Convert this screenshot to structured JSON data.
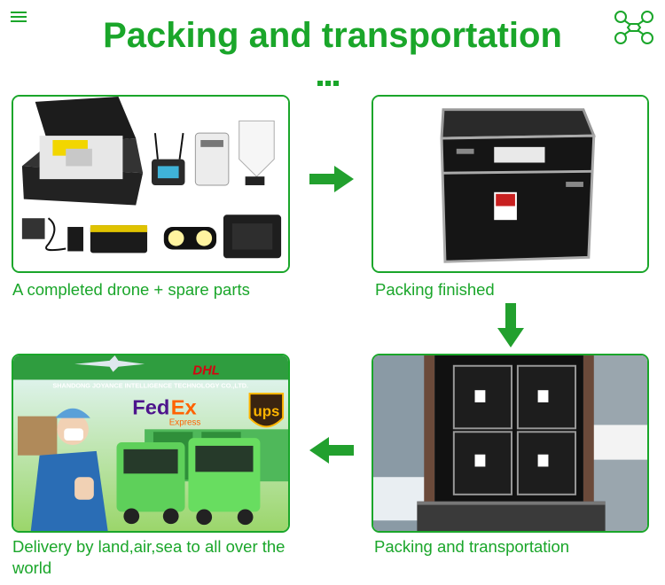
{
  "header": {
    "title": "Packing and transportation",
    "menu_icon": "menu-icon",
    "logo_icon": "drone-logo-icon"
  },
  "colors": {
    "brand_green": "#1aa62a",
    "arrow_green": "#22a02e"
  },
  "panels": [
    {
      "name": "drone-spare-parts",
      "caption": "A completed drone + spare parts"
    },
    {
      "name": "packing-finished",
      "caption": "Packing finished"
    },
    {
      "name": "truck-loading",
      "caption": "Packing and transportation"
    },
    {
      "name": "delivery-worldwide",
      "caption": "Delivery by land,air,sea to all over the world",
      "banner_text": "SHANDONG JOYANCE INTELLIGENCE TECHNOLOGY CO.,LTD.",
      "carriers": {
        "dhl": "DHL",
        "fedex_fed": "Fed",
        "fedex_ex": "Ex",
        "fedex_sub": "Express",
        "ups": "ups"
      }
    }
  ]
}
